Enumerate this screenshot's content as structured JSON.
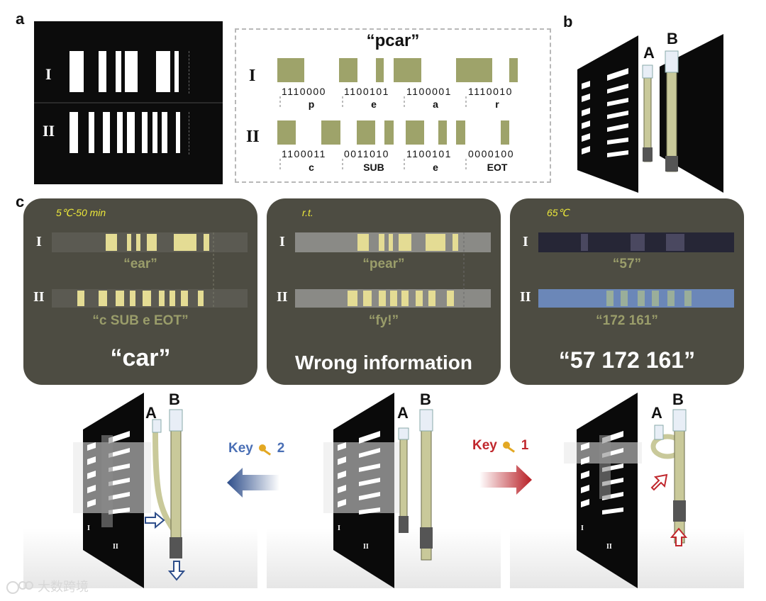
{
  "panels": {
    "a": "a",
    "b": "b",
    "c": "c"
  },
  "panel_a": {
    "rows": [
      "I",
      "II"
    ],
    "code_title": "“pcar”",
    "code_rows": [
      {
        "label": "I",
        "bits": [
          "1110000",
          "1100101",
          "1100001",
          "1110010"
        ],
        "chars": [
          "p",
          "e",
          "a",
          "r"
        ]
      },
      {
        "label": "II",
        "bits": [
          "1100011",
          "0011010",
          "1100101",
          "0000100"
        ],
        "chars": [
          "c",
          "SUB",
          "e",
          "EOT"
        ]
      }
    ],
    "bar_color": "#9ea36a"
  },
  "panel_b": {
    "strip_labels": [
      "A",
      "B"
    ]
  },
  "panel_c": {
    "panels": [
      {
        "condition": "5℃-50 min",
        "row_labels": [
          "I",
          "II"
        ],
        "decoded": [
          "“ear”",
          "“c SUB e EOT”"
        ],
        "result": "“car”"
      },
      {
        "condition": "r.t.",
        "row_labels": [
          "I",
          "II"
        ],
        "decoded": [
          "“pear”",
          "“fy!”"
        ],
        "result": "Wrong information"
      },
      {
        "condition": "65℃",
        "row_labels": [
          "I",
          "II"
        ],
        "decoded": [
          "“57”",
          "“172 161”"
        ],
        "result": "“57 172 161”"
      }
    ],
    "panel_color": "#4d4c42",
    "condition_color": "#ece83a",
    "decoded_color": "#9a9d6a",
    "keys": [
      {
        "text": "Key",
        "number": "2",
        "color": "#4a6fb5"
      },
      {
        "text": "Key",
        "number": "1",
        "color": "#c0272d"
      }
    ],
    "strip_labels": [
      "A",
      "B"
    ],
    "sheet_labels": [
      "I",
      "II"
    ]
  },
  "watermark": "大数跨境"
}
